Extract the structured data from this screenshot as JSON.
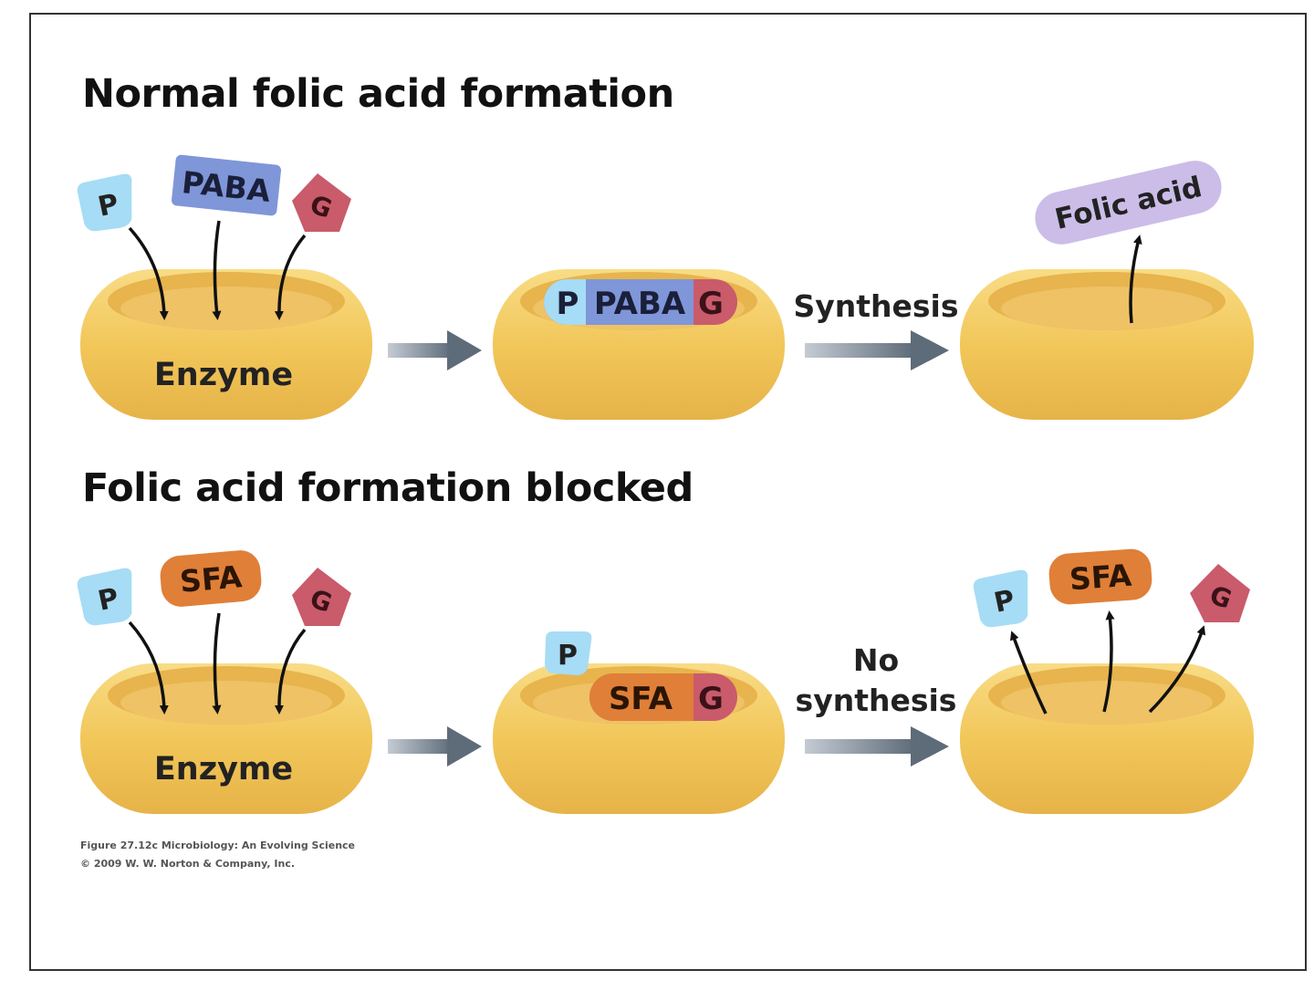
{
  "headings": {
    "normal": "Normal folic acid formation",
    "blocked": "Folic acid formation blocked"
  },
  "labels": {
    "enzyme": "Enzyme",
    "p": "P",
    "paba": "PABA",
    "g": "G",
    "sfa": "SFA",
    "folic_acid": "Folic acid",
    "synthesis": "Synthesis",
    "no": "No",
    "synthesis_lower": "synthesis"
  },
  "caption": {
    "line1": "Figure 27.12c  Microbiology: An Evolving Science",
    "line2": "© 2009 W. W. Norton & Company, Inc."
  },
  "colors": {
    "enzyme": "#f2c75a",
    "p": "#a6dcf5",
    "paba": "#7f96d8",
    "g": "#c95b6b",
    "sfa": "#e07f38",
    "folic_acid": "#cbbde8",
    "arrow": "#6d7a88"
  }
}
